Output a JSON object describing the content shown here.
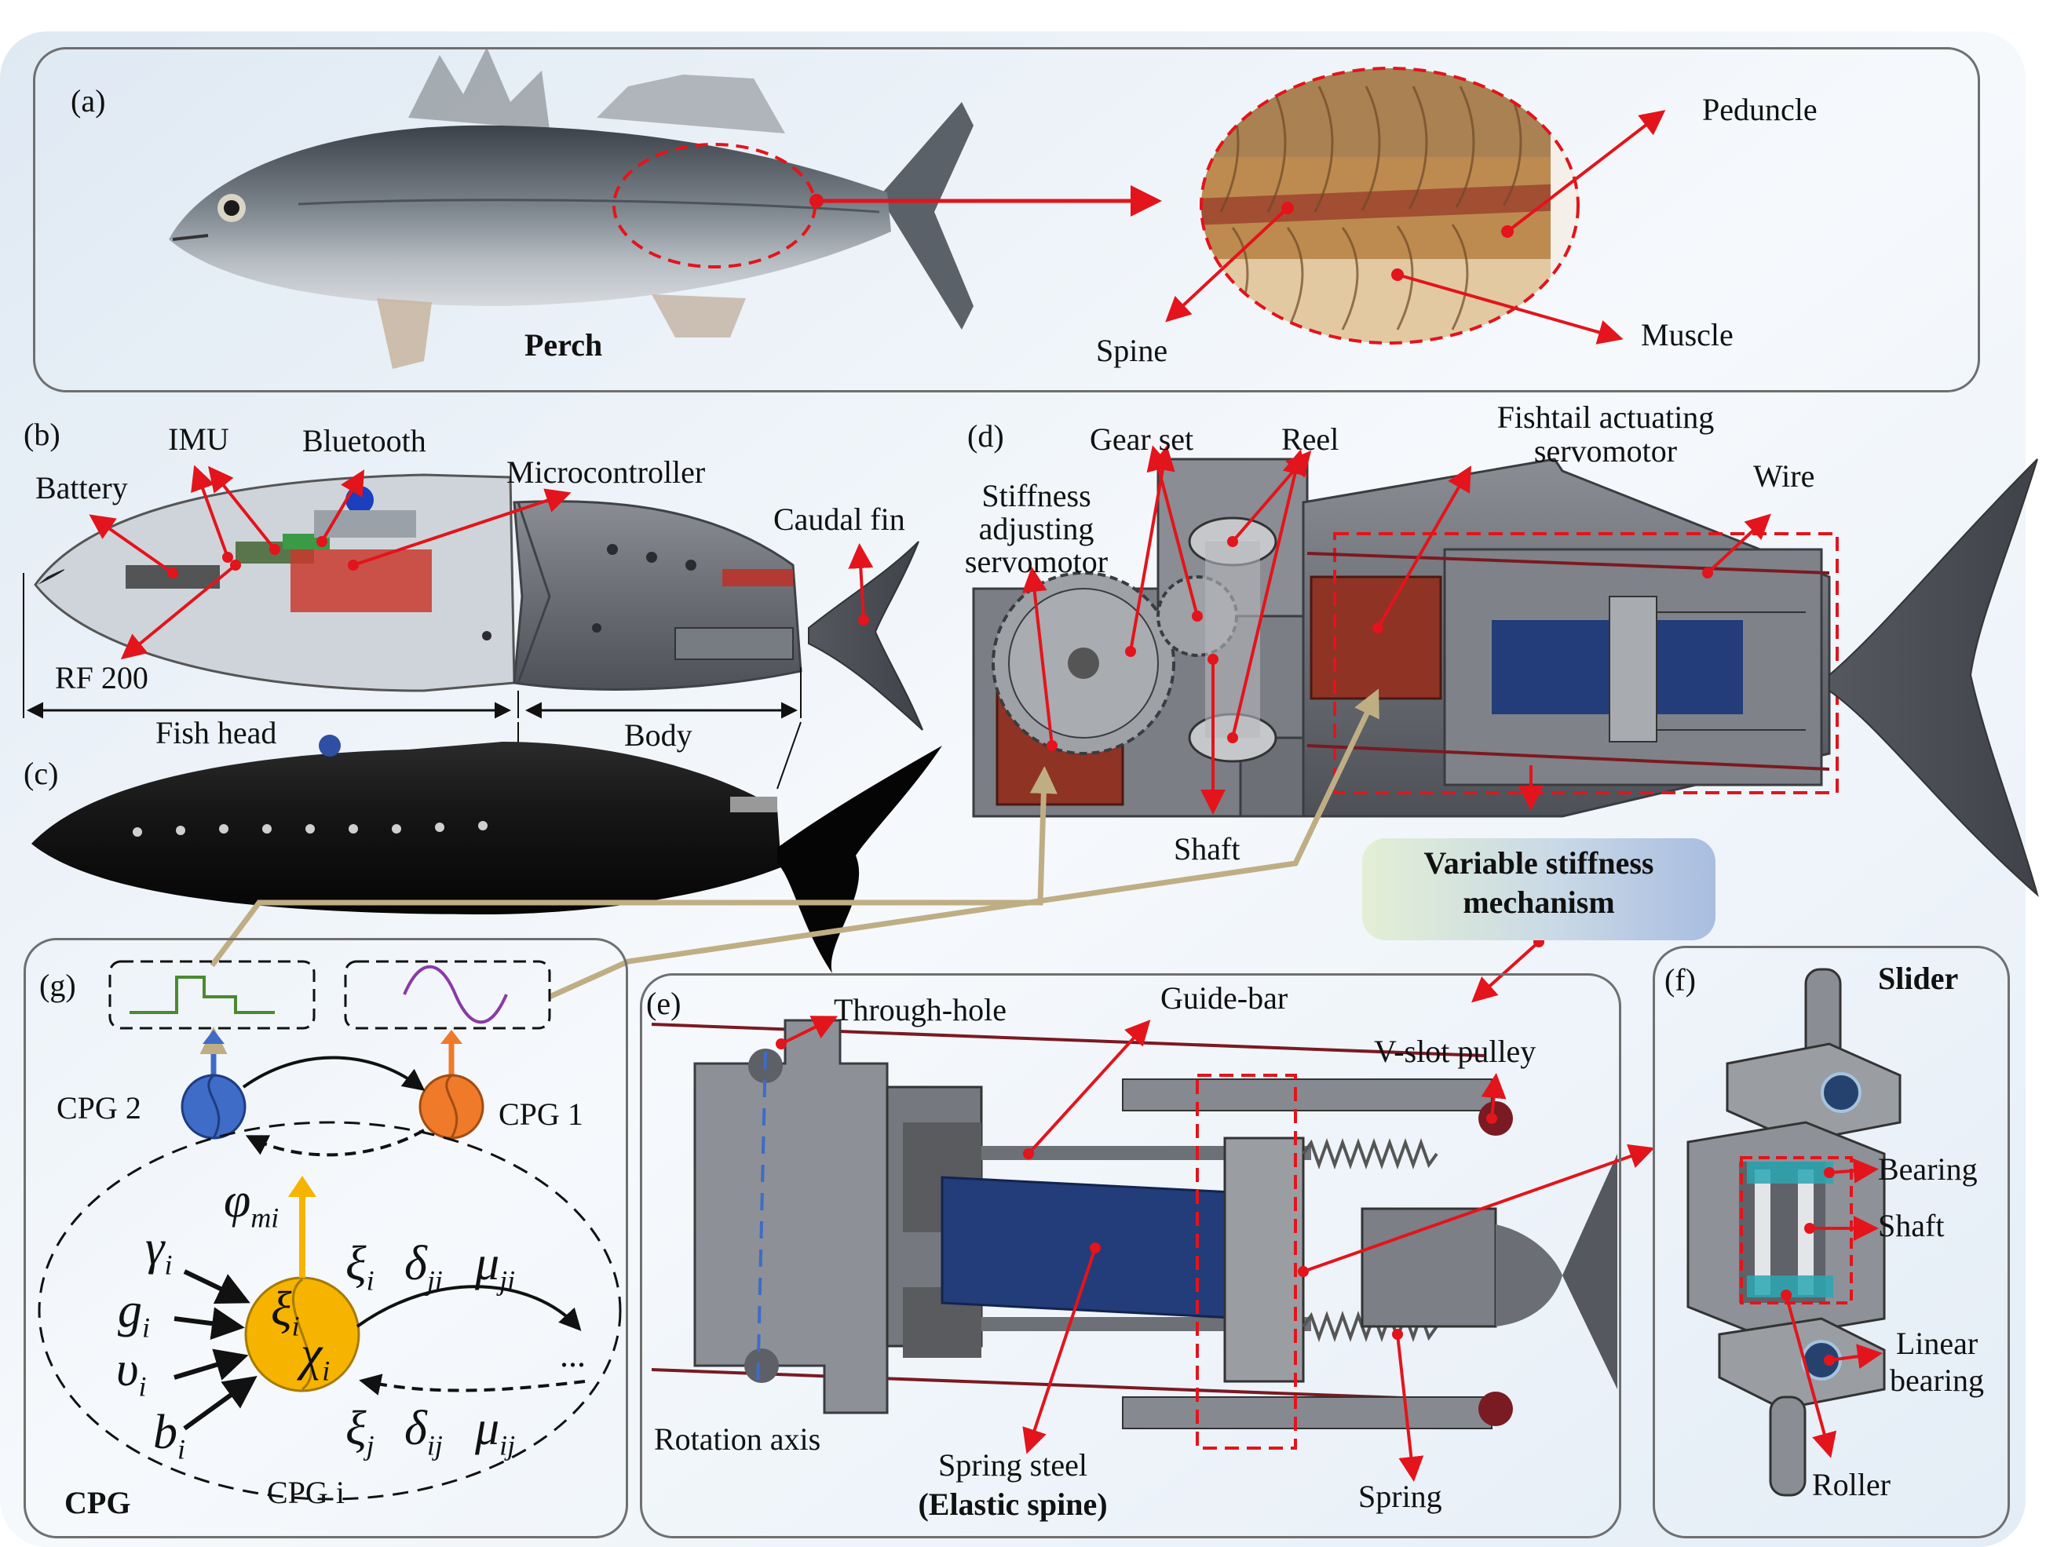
{
  "panels": {
    "a": {
      "tag": "(a)",
      "perch_label": "Perch",
      "labels": {
        "peduncle": "Peduncle",
        "spine": "Spine",
        "muscle": "Muscle"
      }
    },
    "b": {
      "tag": "(b)",
      "labels": {
        "imu": "IMU",
        "bluetooth": "Bluetooth",
        "battery": "Battery",
        "microcontroller": "Microcontroller",
        "caudal_fin": "Caudal fin",
        "rf200": "RF 200",
        "fish_head": "Fish head",
        "body": "Body"
      }
    },
    "c": {
      "tag": "(c)"
    },
    "d": {
      "tag": "(d)",
      "labels": {
        "gear_set": "Gear set",
        "reel": "Reel",
        "fishtail_line1": "Fishtail actuating",
        "fishtail_line2": "servomotor",
        "stiffness_line1": "Stiffness",
        "stiffness_line2": "adjusting",
        "stiffness_line3": "servomotor",
        "wire": "Wire",
        "shaft": "Shaft",
        "vsm_line1": "Variable stiffness",
        "vsm_line2": "mechanism"
      }
    },
    "e": {
      "tag": "(e)",
      "labels": {
        "through_hole": "Through-hole",
        "guide_bar": "Guide-bar",
        "v_slot_pulley": "V-slot pulley",
        "rotation_axis": "Rotation axis",
        "spring_steel": "Spring steel",
        "elastic_spine": "(Elastic spine)",
        "spring": "Spring"
      }
    },
    "f": {
      "tag": "(f)",
      "labels": {
        "slider": "Slider",
        "bearing": "Bearing",
        "shaft": "Shaft",
        "linear_line1": "Linear",
        "linear_line2": "bearing",
        "roller": "Roller"
      }
    },
    "g": {
      "tag": "(g)",
      "cpg1": "CPG 1",
      "cpg2": "CPG 2",
      "cpg_i": "CPG i",
      "cpg_title": "CPG",
      "ellipsis": "...",
      "symbols": {
        "phi": "φ",
        "phi_sub": "mi",
        "gamma": "γ",
        "g": "g",
        "upsilon": "υ",
        "b": "b",
        "xi": "ξ",
        "chi": "χ",
        "delta": "δ",
        "mu": "μ",
        "sub_i": "i",
        "sub_j": "j",
        "sub_ji": "ji",
        "sub_ij": "ij"
      }
    }
  },
  "colors": {
    "arrow": "#e3141b",
    "panel_border": "#6f6f6f",
    "fish_body": "#6c737b",
    "robot_gray": "#6f7278",
    "robot_black": "#111111",
    "servo_red": "#8f3325",
    "spine_blue": "#233c7a",
    "cpg_yellow": "#f6b400",
    "cpg_blue": "#3e6cc7",
    "cpg_orange": "#ee7a2a",
    "signal_green": "#4a8a30",
    "signal_purple": "#8a3aa8",
    "khaki_arrow": "#bfae84",
    "muscle": "#c49558"
  }
}
